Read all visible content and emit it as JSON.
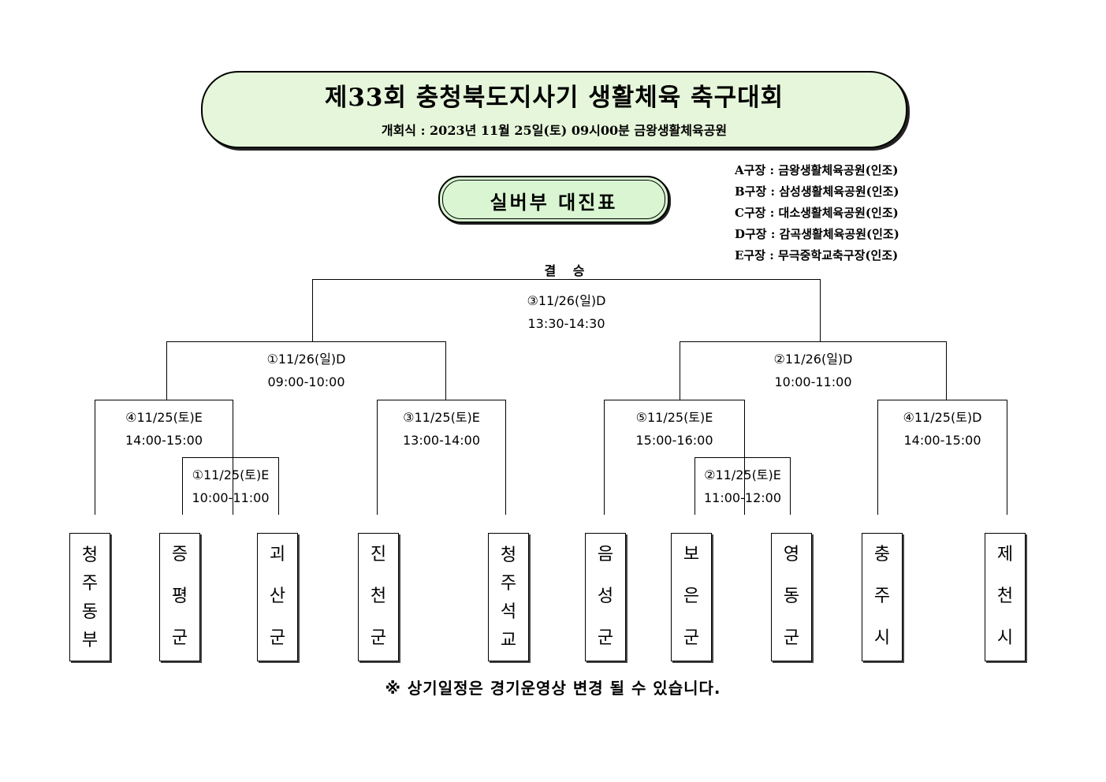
{
  "banner": {
    "title": "제33회 충청북도지사기 생활체육 축구대회",
    "subtitle": "개회식 : 2023년 11월 25일(토) 09시00분 금왕생활체육공원"
  },
  "division_title": "실버부 대진표",
  "venues": [
    "A구장 : 금왕생활체육공원(인조)",
    "B구장 : 삼성생활체육공원(인조)",
    "C구장 : 대소생활체육공원(인조)",
    "D구장 : 감곡생활체육공원(인조)",
    "E구장 : 무극중학교축구장(인조)"
  ],
  "final_label": "결 승",
  "matches": {
    "final": {
      "date": "③11/26(일)D",
      "time": "13:30-14:30"
    },
    "semi_left": {
      "date": "①11/26(일)D",
      "time": "09:00-10:00"
    },
    "semi_right": {
      "date": "②11/26(일)D",
      "time": "10:00-11:00"
    },
    "qf_1": {
      "date": "④11/25(토)E",
      "time": "14:00-15:00"
    },
    "r1_left": {
      "date": "①11/25(토)E",
      "time": "10:00-11:00"
    },
    "qf_2": {
      "date": "③11/25(토)E",
      "time": "13:00-14:00"
    },
    "qf_3": {
      "date": "⑤11/25(토)E",
      "time": "15:00-16:00"
    },
    "r1_right": {
      "date": "②11/25(토)E",
      "time": "11:00-12:00"
    },
    "qf_4": {
      "date": "④11/25(토)D",
      "time": "14:00-15:00"
    }
  },
  "teams": [
    [
      "청",
      "주",
      "동",
      "부"
    ],
    [
      "증",
      "평",
      "군"
    ],
    [
      "괴",
      "산",
      "군"
    ],
    [
      "진",
      "천",
      "군"
    ],
    [
      "청",
      "주",
      "석",
      "교"
    ],
    [
      "음",
      "성",
      "군"
    ],
    [
      "보",
      "은",
      "군"
    ],
    [
      "영",
      "동",
      "군"
    ],
    [
      "충",
      "주",
      "시"
    ],
    [
      "제",
      "천",
      "시"
    ]
  ],
  "notice": "※ 상기일정은 경기운영상 변경 될 수 있습니다."
}
